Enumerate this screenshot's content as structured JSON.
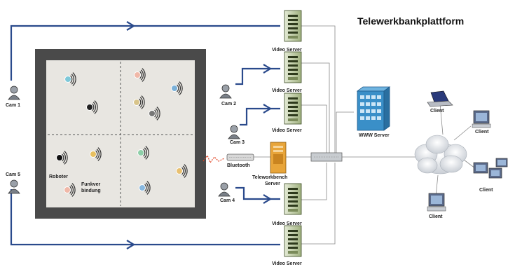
{
  "title": "Telewerkbankplattform",
  "labels": {
    "cam1": "Cam 1",
    "cam2": "Cam 2",
    "cam3": "Cam 3",
    "cam4": "Cam 4",
    "cam5": "Cam 5",
    "video_server": "Video Server",
    "www_server": "WWW Server",
    "bluetooth": "Bluetooth",
    "telework_server_1": "Teleworkbench",
    "telework_server_2": "Server",
    "client": "Client",
    "roboter": "Roboter",
    "funk_1": "Funkver",
    "funk_2": "bindung"
  },
  "colors": {
    "link_blue": "#2a4a8c",
    "arena_frame": "#4a4a4a",
    "arena_floor": "#e8e6e1",
    "server_green": "#5c7a3a",
    "www_blue": "#3a8fc8",
    "cloud": "#dde1e6",
    "orange_server": "#e8a53a"
  },
  "robots": [
    {
      "color": "#7ec8d8"
    },
    {
      "color": "#222222"
    },
    {
      "color": "#f0b8a8"
    },
    {
      "color": "#7ab0d8"
    },
    {
      "color": "#d8c48a"
    },
    {
      "color": "#777777"
    },
    {
      "color": "#111111"
    },
    {
      "color": "#e8c060"
    },
    {
      "color": "#8ecfa8"
    },
    {
      "color": "#e8c070"
    },
    {
      "color": "#f0b8a8"
    },
    {
      "color": "#88b8e0"
    }
  ]
}
